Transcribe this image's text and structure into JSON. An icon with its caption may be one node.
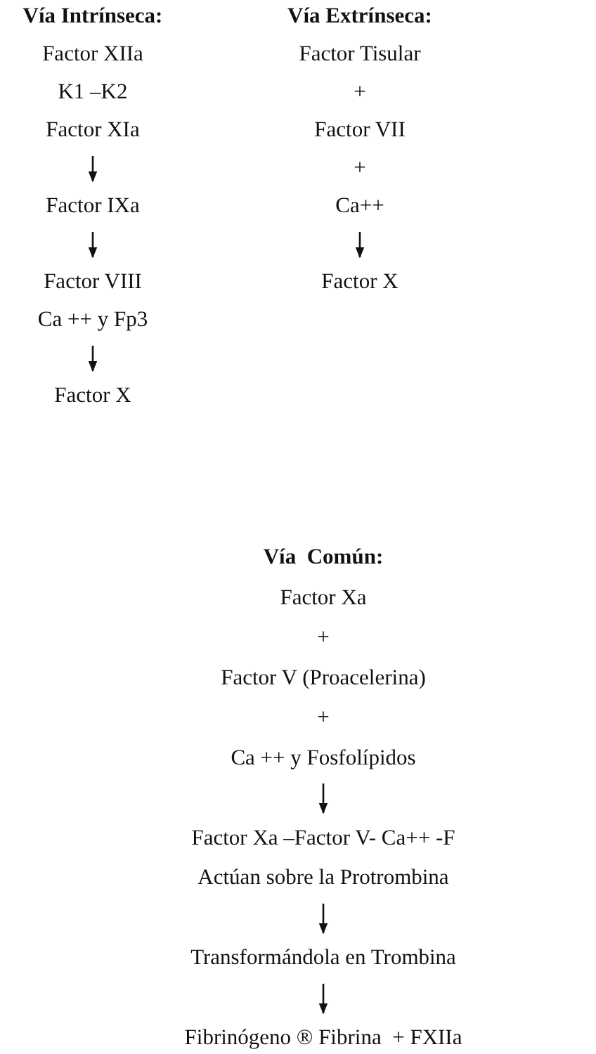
{
  "diagram": {
    "nodes": [
      {
        "text": [
          "Factor XIIa"
        ]
      },
      {
        "text": [
          "K1 –K2"
        ]
      },
      {
        "text": [
          "Factor XIa"
        ]
      },
      {
        "text": [
          "Factor IXa"
        ]
      },
      {
        "text": [
          "Factor VIII"
        ]
      },
      {
        "text": [
          "Ca ++ y Fp3"
        ]
      },
      {
        "text": [
          "Factor X"
        ]
      },
      {
        "text": [
          "Factor Tisular"
        ]
      },
      {
        "text": [
          "Factor VII"
        ]
      },
      {
        "text": [
          "Ca++"
        ]
      },
      {
        "text": [
          "Factor X"
        ]
      },
      {
        "text": [
          "Factor Xa"
        ]
      },
      {
        "text": [
          "Factor V (Proacelerina)"
        ]
      },
      {
        "text": [
          "Ca ++ y Fosfolípidos"
        ]
      },
      {
        "text": [
          "Factor Xa –Factor V- Ca++ -F"
        ]
      },
      {
        "text": [
          "Actúan sobre la Protrombina"
        ]
      },
      {
        "text": [
          "Transformándola en Trombina"
        ]
      },
      {
        "text": [
          "Fibrinógeno ® Fibrina  + FXIIa"
        ]
      }
    ],
    "edges": [
      {
        "from": 2,
        "to": 3,
        "arrow": "to"
      },
      {
        "from": 3,
        "to": 4,
        "arrow": "to"
      },
      {
        "from": 5,
        "to": 6,
        "arrow": "to"
      },
      {
        "from": 9,
        "to": 10,
        "arrow": "to"
      },
      {
        "from": 13,
        "to": 14,
        "arrow": "to"
      },
      {
        "from": 15,
        "to": 16,
        "arrow": "to"
      },
      {
        "from": 16,
        "to": 17,
        "arrow": "to"
      }
    ],
    "labels": [
      "Vía Intrínseca:",
      "Vía Extrínseca:",
      "+",
      "+",
      "Vía  Común:",
      "+",
      "+"
    ]
  }
}
